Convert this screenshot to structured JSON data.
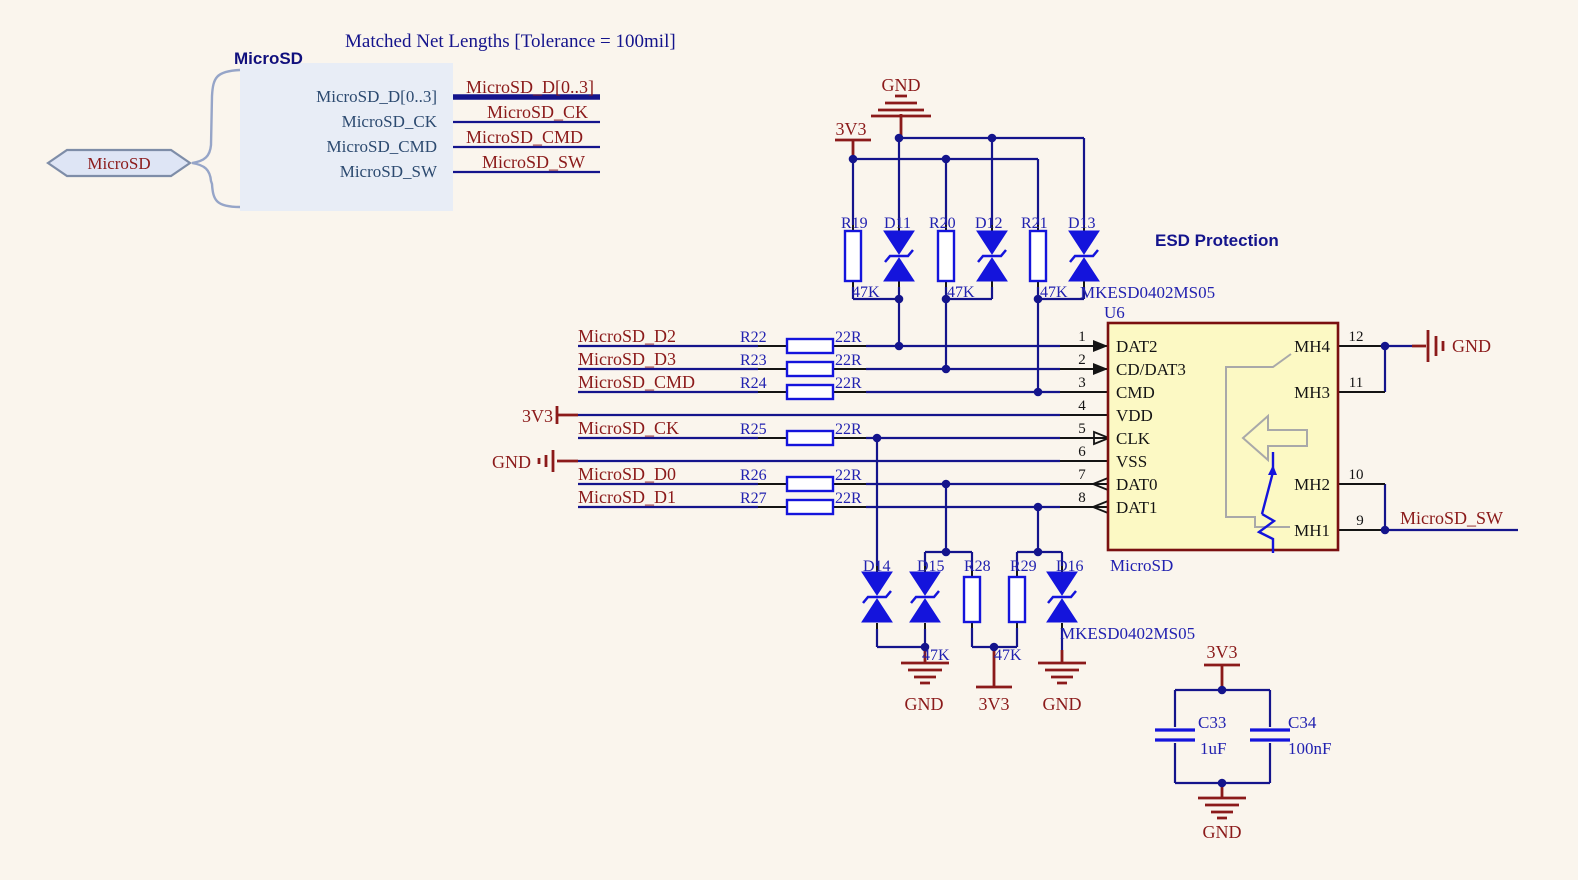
{
  "note": "Matched Net Lengths [Tolerance = 100mil]",
  "heading": "ESD Protection",
  "sheet_symbol": {
    "title": "MicroSD",
    "port": "MicroSD",
    "entries": [
      "MicroSD_D[0..3]",
      "MicroSD_CK",
      "MicroSD_CMD",
      "MicroSD_SW"
    ],
    "net_labels": [
      "MicroSD_D[0..3]",
      "MicroSD_CK",
      "MicroSD_CMD",
      "MicroSD_SW"
    ]
  },
  "power": {
    "gnd": "GND",
    "v33": "3V3"
  },
  "ic": {
    "ref": "U6",
    "part": "MKESD0402MS05",
    "comment": "MicroSD",
    "left_pins": [
      {
        "num": "1",
        "name": "DAT2"
      },
      {
        "num": "2",
        "name": "CD/DAT3"
      },
      {
        "num": "3",
        "name": "CMD"
      },
      {
        "num": "4",
        "name": "VDD"
      },
      {
        "num": "5",
        "name": "CLK"
      },
      {
        "num": "6",
        "name": "VSS"
      },
      {
        "num": "7",
        "name": "DAT0"
      },
      {
        "num": "8",
        "name": "DAT1"
      }
    ],
    "right_pins": [
      {
        "num": "12",
        "name": "MH4"
      },
      {
        "num": "11",
        "name": "MH3"
      },
      {
        "num": "10",
        "name": "MH2"
      },
      {
        "num": "9",
        "name": "MH1"
      }
    ]
  },
  "rows": [
    {
      "net": "MicroSD_D2",
      "ref": "R22",
      "value": "22R"
    },
    {
      "net": "MicroSD_D3",
      "ref": "R23",
      "value": "22R"
    },
    {
      "net": "MicroSD_CMD",
      "ref": "R24",
      "value": "22R"
    },
    {
      "net": "MicroSD_CK",
      "ref": "R25",
      "value": "22R"
    },
    {
      "net": "MicroSD_D0",
      "ref": "R26",
      "value": "22R"
    },
    {
      "net": "MicroSD_D1",
      "ref": "R27",
      "value": "22R"
    }
  ],
  "top_esd": {
    "parts": [
      "R19",
      "D11",
      "R20",
      "D12",
      "R21",
      "D13"
    ],
    "values": [
      "47K",
      "47K",
      "47K"
    ],
    "part_no": "MKESD0402MS05"
  },
  "bottom_esd": {
    "parts": [
      "D14",
      "D15",
      "R28",
      "R29",
      "D16"
    ],
    "values": [
      "47K",
      "47K"
    ],
    "part_no": "MKESD0402MS05"
  },
  "net_sw": "MicroSD_SW",
  "caps": {
    "c33": {
      "ref": "C33",
      "value": "1uF"
    },
    "c34": {
      "ref": "C34",
      "value": "100nF"
    }
  },
  "colors": {
    "wire": "#14148c",
    "net_label": "#8b1a1a",
    "designator": "#2121b0",
    "device": "#1414dc",
    "ic_fill": "#fcf9c4",
    "ic_border": "#7a1010",
    "power": "#8b1a1a",
    "background": "#faf5ed"
  }
}
